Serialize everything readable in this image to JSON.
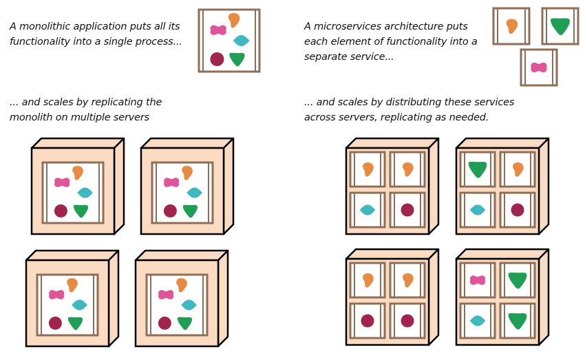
{
  "captions": {
    "monolith_intro": "A monolithic application puts all its\nfunctionality into a single process...",
    "monolith_scale": "... and scales by replicating the\nmonolith on multiple servers",
    "micro_intro": "A microservices architecture puts\neach element of functionality into a\nseparate service...",
    "micro_scale": "... and scales by distributing these services\nacross servers, replicating as needed."
  },
  "colors": {
    "frame": "#8f6e58",
    "server_face": "#fbdcc2",
    "server_outline": "#000000",
    "pink": "#e0559a",
    "orange": "#e98a43",
    "teal": "#3fb8c2",
    "maroon": "#a1244e",
    "green": "#1f9e56"
  },
  "monolith": {
    "components": [
      "pink",
      "orange",
      "teal",
      "maroon",
      "green"
    ],
    "server_count": 4
  },
  "microservices": {
    "services": [
      "orange",
      "green",
      "pink"
    ],
    "servers": [
      [
        "orange",
        "orange",
        "teal",
        "maroon"
      ],
      [
        "green",
        "orange",
        "teal",
        "maroon"
      ],
      [
        "orange",
        "orange",
        "maroon",
        "maroon"
      ],
      [
        "pink",
        "green",
        "teal",
        "green"
      ]
    ]
  }
}
